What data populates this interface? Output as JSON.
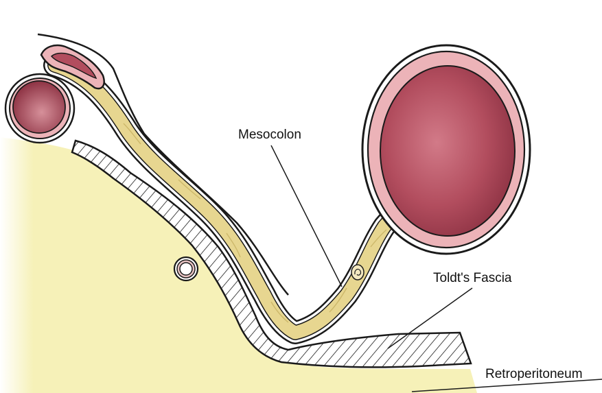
{
  "labels": {
    "mesocolon": "Mesocolon",
    "toldts_fascia": "Toldt's Fascia",
    "retroperitoneum": "Retroperitoneum"
  },
  "colors": {
    "retroperitoneum_fill": "#f6f1b8",
    "mesocolon_fat": "#e7d690",
    "colon_lumen": "#b24d5e",
    "colon_wall": "#ecb3b8",
    "outline": "#1a1a1a"
  }
}
